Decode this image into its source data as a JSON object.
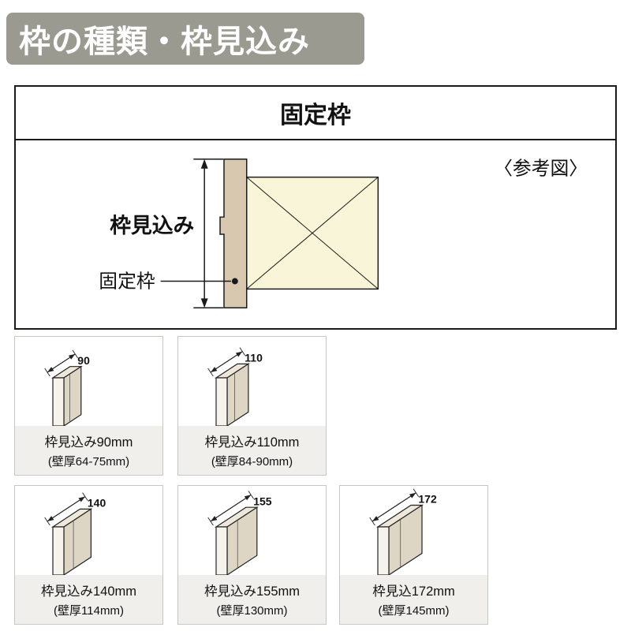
{
  "banner": {
    "title": "枠の種類・枠見込み",
    "bg_color": "#9a9a91",
    "text_color": "#ffffff"
  },
  "panel": {
    "title": "固定枠",
    "reference_label": "〈参考図〉",
    "depth_label": "枠見込み",
    "frame_label": "固定枠",
    "frame_color": "#d8c8b0",
    "wall_color": "#f8f5d8"
  },
  "cards": [
    {
      "dimension_mm": 90,
      "dimension_label": "90",
      "line1": "枠見込み90mm",
      "line2": "(壁厚64-75mm)"
    },
    {
      "dimension_mm": 110,
      "dimension_label": "110",
      "line1": "枠見込み110mm",
      "line2": "(壁厚84-90mm)"
    },
    {
      "dimension_mm": 140,
      "dimension_label": "140",
      "line1": "枠見込み140mm",
      "line2": "(壁厚114mm)"
    },
    {
      "dimension_mm": 155,
      "dimension_label": "155",
      "line1": "枠見込み155mm",
      "line2": "(壁厚130mm)"
    },
    {
      "dimension_mm": 172,
      "dimension_label": "172",
      "line1": "枠見込172mm",
      "line2": "(壁厚145mm)"
    }
  ]
}
